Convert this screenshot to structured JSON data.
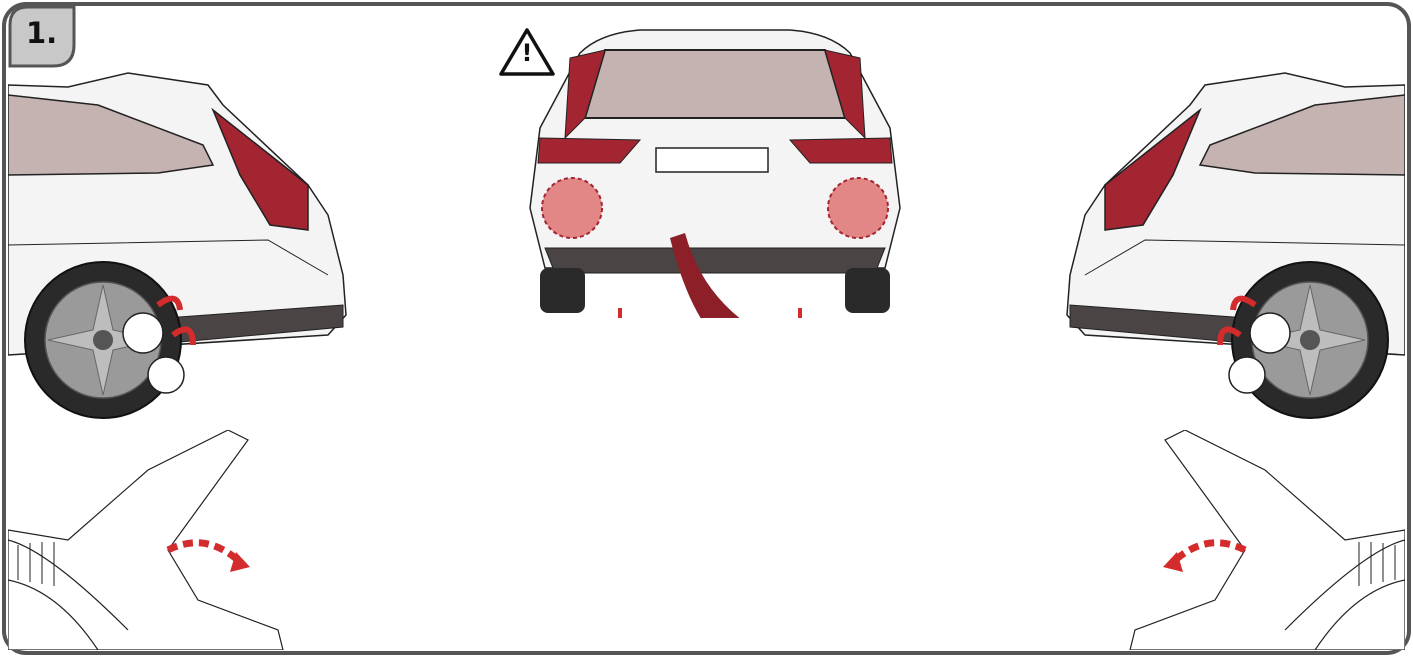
{
  "step": {
    "number_label": "1."
  },
  "warning": {
    "icon": "warning-triangle-icon",
    "symbol": "!"
  },
  "colors": {
    "frame": "#555555",
    "tab": "#c8c8c8",
    "car_body": "#f4f4f4",
    "window": "#c4b3b1",
    "taillight": "#a32532",
    "arrow_red": "#d42c2c",
    "arrow_dark": "#8c1f28",
    "tire": "#2a2a2a",
    "rim": "#9a9a9a",
    "trim": "#4a4444"
  },
  "panels": [
    {
      "id": "left-rear-side-view",
      "icon": "car-rear-left-side"
    },
    {
      "id": "rear-view",
      "icon": "car-rear"
    },
    {
      "id": "right-rear-side-view",
      "icon": "car-rear-right-side"
    },
    {
      "id": "left-wheel-arch-detail",
      "icon": "wheel-arch-liner"
    },
    {
      "id": "right-wheel-arch-detail",
      "icon": "wheel-arch-liner"
    }
  ]
}
